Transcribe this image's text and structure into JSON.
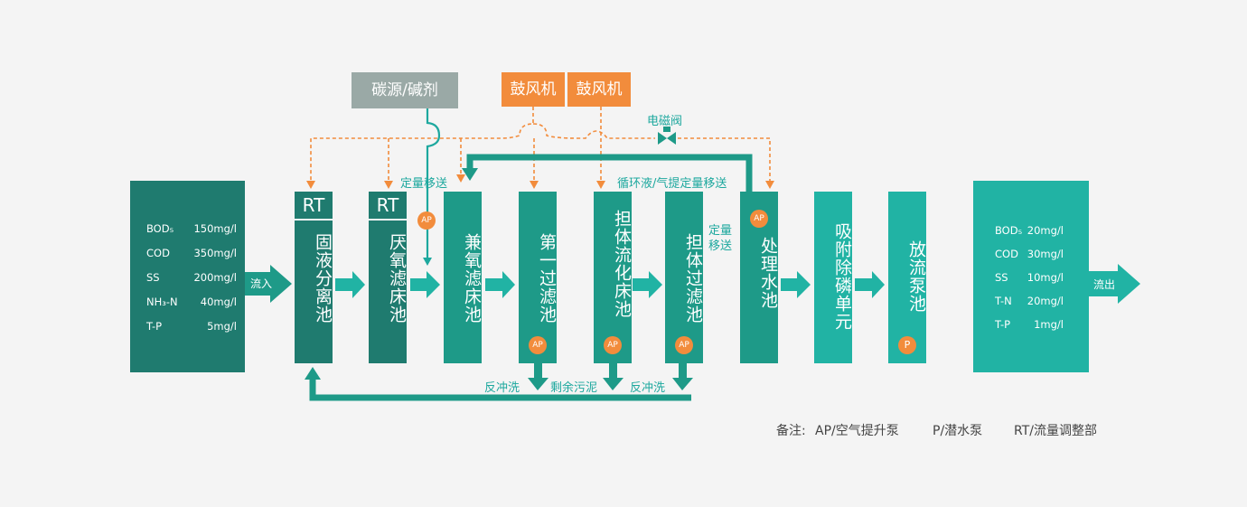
{
  "colors": {
    "dark_teal": "#1f7b6f",
    "teal": "#1e9a88",
    "light_teal": "#21b3a4",
    "orange": "#f28c3c",
    "gray": "#9aa9a6",
    "label_teal": "#1da89e"
  },
  "inflow": {
    "label": "流入",
    "params": [
      {
        "name": "BOD₅",
        "value": "150mg/l"
      },
      {
        "name": "COD",
        "value": "350mg/l"
      },
      {
        "name": "SS",
        "value": "200mg/l"
      },
      {
        "name": "NH₃-N",
        "value": "40mg/l"
      },
      {
        "name": "T-P",
        "value": "5mg/l"
      }
    ]
  },
  "outflow": {
    "label": "流出",
    "params": [
      {
        "name": "BOD₅",
        "value": "20mg/l"
      },
      {
        "name": "COD",
        "value": "30mg/l"
      },
      {
        "name": "SS",
        "value": "10mg/l"
      },
      {
        "name": "T-N",
        "value": "20mg/l"
      },
      {
        "name": "T-P",
        "value": "1mg/l"
      }
    ]
  },
  "tanks": [
    {
      "name": "固液分离池",
      "rt": "RT"
    },
    {
      "name": "厌氧滤床池",
      "rt": "RT"
    },
    {
      "name": "兼氧滤床池"
    },
    {
      "name": "第一过滤池",
      "pump": "AP"
    },
    {
      "name": "担体流化床池",
      "pump": "AP"
    },
    {
      "name": "担体过滤池",
      "pump": "AP"
    },
    {
      "name": "处理水池",
      "pump": "AP"
    },
    {
      "name": "吸附除磷单元"
    },
    {
      "name": "放流泵池",
      "pump": "P"
    }
  ],
  "top_boxes": {
    "carbon": "碳源/碱剂",
    "blower1": "鼓风机",
    "blower2": "鼓风机"
  },
  "labels": {
    "dosing": "定量移送",
    "ap_dosing": "AP",
    "valve": "电磁阀",
    "recycle": "循环液/气提定量移送",
    "transfer": "定量\n移送",
    "backwash1": "反冲洗",
    "sludge": "剩余污泥",
    "backwash2": "反冲洗"
  },
  "legend": {
    "prefix": "备注:",
    "ap": "AP/空气提升泵",
    "p": "P/潜水泵",
    "rt": "RT/流量调整部"
  }
}
